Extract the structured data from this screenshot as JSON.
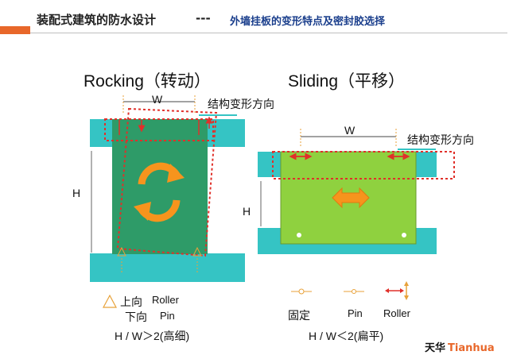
{
  "header": {
    "title_main": "装配式建筑的防水设计",
    "title_sep": "---",
    "title_sub": "外墙挂板的变形特点及密封胶选择"
  },
  "rocking": {
    "heading": "Rocking（转动）",
    "w_label": "W",
    "h_label": "H",
    "direction_label": "结构变形方向",
    "legend_up": "上向",
    "legend_roller": "Roller",
    "legend_down": "下向",
    "legend_pin": "Pin",
    "ratio": "H / W＞2(高细)"
  },
  "sliding": {
    "heading": "Sliding（平移）",
    "w_label": "W",
    "h_label": "H",
    "direction_label": "结构变形方向",
    "legend_fixed": "固定",
    "legend_pin": "Pin",
    "legend_roller": "Roller",
    "ratio": "H / W＜2(扁平)"
  },
  "logo": {
    "cn": "天华",
    "en": "Tianhua"
  },
  "colors": {
    "accent_orange": "#e8672a",
    "title_blue": "#1a3e8c",
    "slab_cyan": "#35c4c4",
    "panel_green": "#2e9b68",
    "panel_lime": "#8fd13f",
    "dashed_red": "#e0302a",
    "arrow_orange": "#f7941d"
  }
}
